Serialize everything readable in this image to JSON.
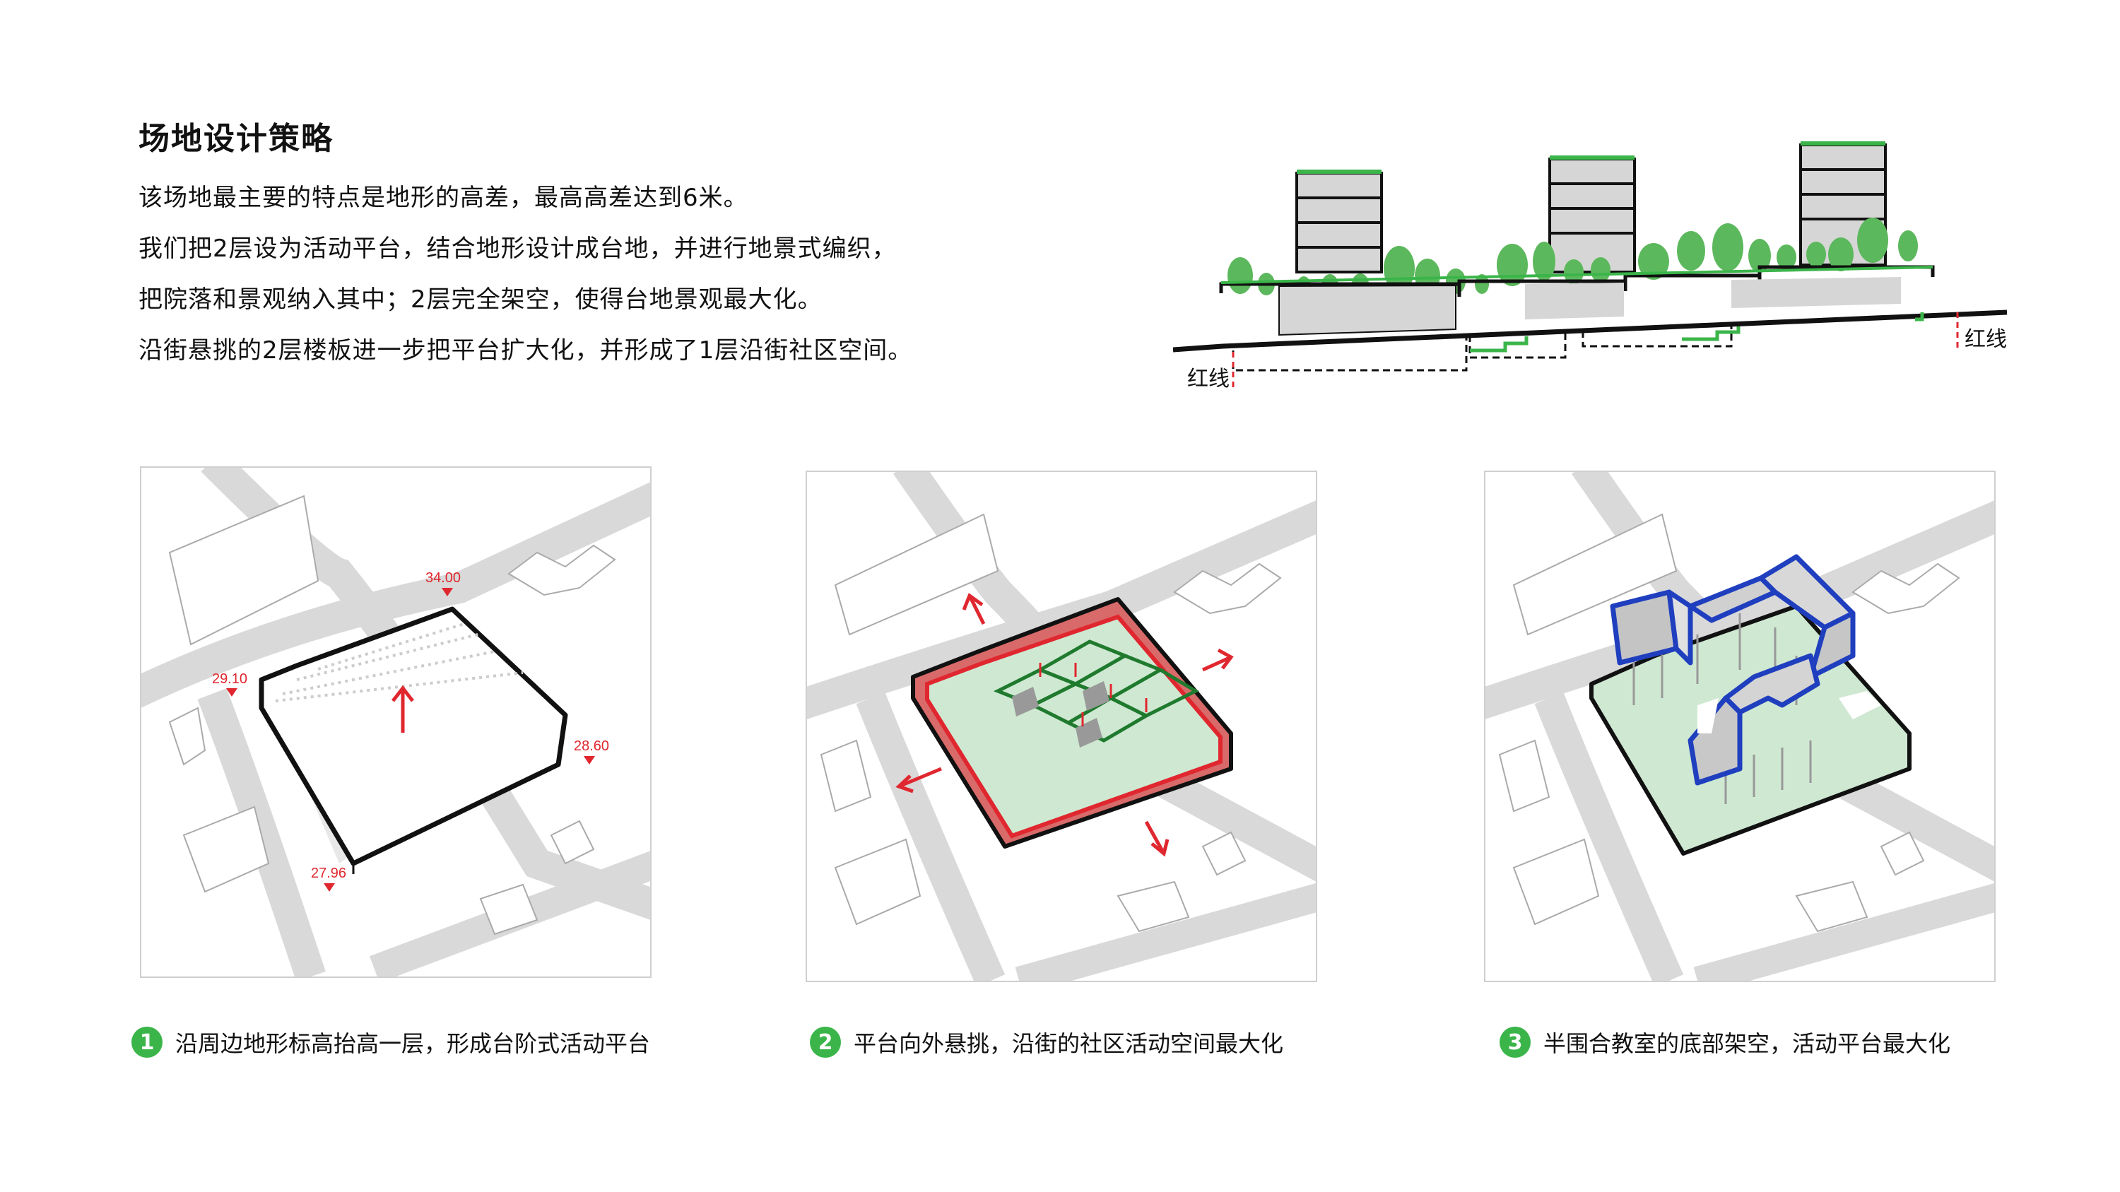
{
  "heading": "场地设计策略",
  "paragraphs": [
    "该场地最主要的特点是地形的高差，最高高差达到6米。",
    "我们把2层设为活动平台，结合地形设计成台地，并进行地景式编织，",
    "把院落和景观纳入其中；2层完全架空，使得台地景观最大化。",
    "沿街悬挑的2层楼板进一步把平台扩大化，并形成了1层沿街社区空间。"
  ],
  "section": {
    "red_line_left": "红线",
    "red_line_right": "红线"
  },
  "panel1": {
    "elevations": [
      "34.00",
      "29.10",
      "28.60",
      "27.96"
    ]
  },
  "captions": [
    {
      "num": "1",
      "text": "沿周边地形标高抬高一层，形成台阶式活动平台"
    },
    {
      "num": "2",
      "text": "平台向外悬挑，沿街的社区活动空间最大化"
    },
    {
      "num": "3",
      "text": "半围合教室的底部架空，活动平台最大化"
    }
  ],
  "colors": {
    "green": "#3bb54a",
    "red": "#e0272f",
    "blue": "#1f3fbf",
    "road": "#d9d9d9",
    "lawn": "#bfe0c4"
  }
}
